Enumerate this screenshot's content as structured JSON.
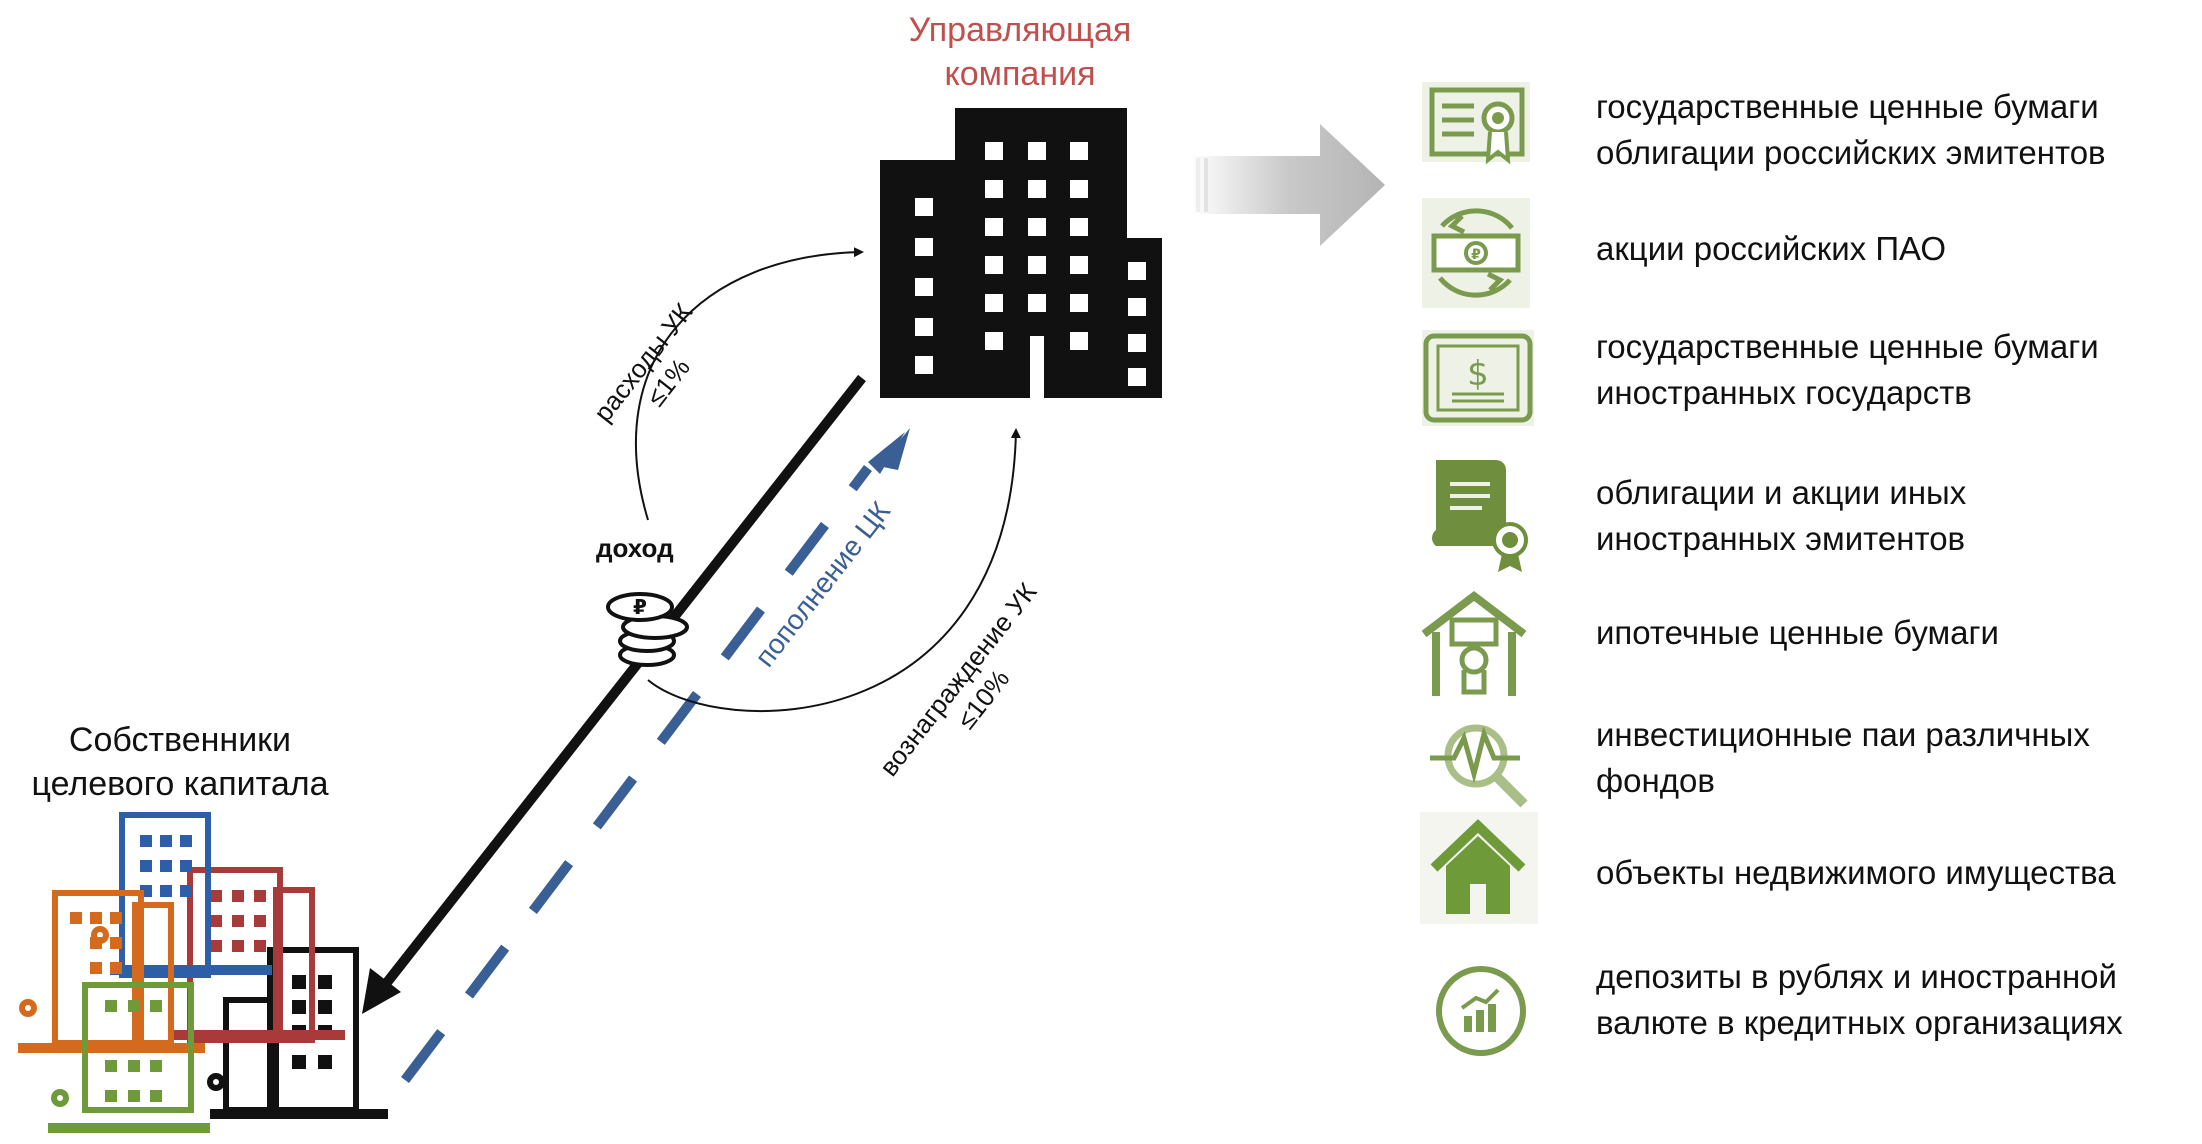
{
  "management_company": {
    "title_line1": "Управляющая",
    "title_line2": "компания"
  },
  "owners": {
    "title_line1": "Собственники",
    "title_line2": "целевого капитала"
  },
  "flows": {
    "income": "доход",
    "expenses_line1": "расходы УК",
    "expenses_line2": "≤1%",
    "replenishment": "пополнение ЦК",
    "reward_line1": "вознаграждение УК",
    "reward_line2": "≤10%",
    "coin_symbol": "₽"
  },
  "assets": [
    {
      "icon": "certificate-icon",
      "lines": [
        "государственные ценные бумаги",
        "облигации российских эмитентов"
      ]
    },
    {
      "icon": "ruble-exchange-icon",
      "lines": [
        "акции российских ПАО"
      ]
    },
    {
      "icon": "dollar-banknote-icon",
      "lines": [
        "государственные ценные бумаги",
        "иностранных государств"
      ]
    },
    {
      "icon": "scroll-seal-icon",
      "lines": [
        "облигации и акции иных",
        "иностранных эмитентов"
      ]
    },
    {
      "icon": "mortgage-house-icon",
      "lines": [
        "ипотечные ценные бумаги"
      ]
    },
    {
      "icon": "analytics-magnifier-icon",
      "lines": [
        "инвестиционные паи различных",
        "фондов"
      ]
    },
    {
      "icon": "house-icon",
      "lines": [
        "объекты недвижимого имущества"
      ]
    },
    {
      "icon": "deposit-chart-icon",
      "lines": [
        "депозиты в рублях и иностранной",
        "валюте в кредитных организациях"
      ]
    }
  ],
  "colors": {
    "mc_title": "#c0504d",
    "replenish": "#3a5f95",
    "asset_green": "#7a9a4e",
    "owners_blue": "#2e5ea8",
    "owners_orange": "#d46a1e",
    "owners_red": "#a83a3a",
    "owners_green": "#6f9a3a"
  }
}
